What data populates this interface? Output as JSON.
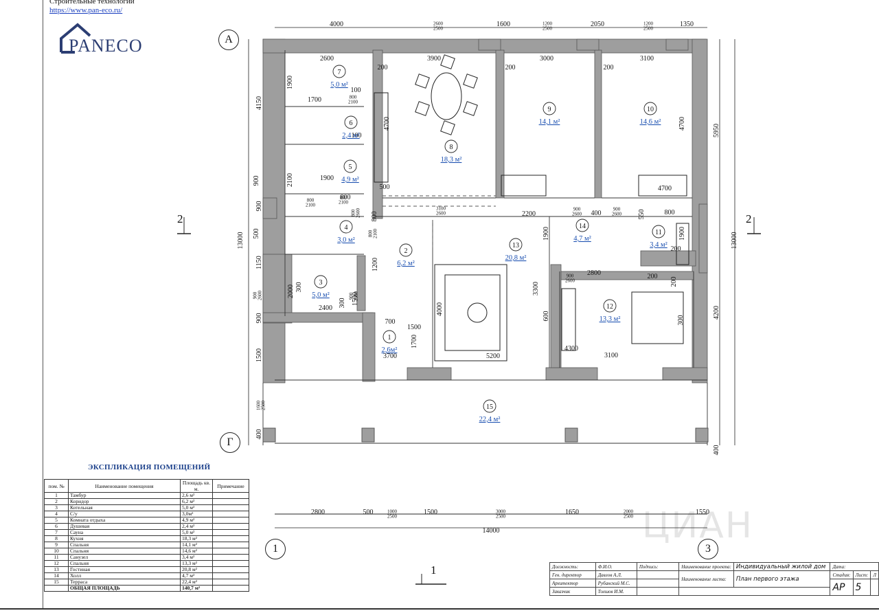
{
  "header": {
    "company_line": "Строительные технологии",
    "url": "https://www.pan-eco.ru/",
    "logo_text": "PANECO"
  },
  "axes": {
    "a": "А",
    "g": "Г",
    "one": "1",
    "three": "3"
  },
  "section_marks": {
    "left": "2",
    "right": "2",
    "bottom": "1"
  },
  "rooms": [
    {
      "num": "1",
      "area": "2,6м²"
    },
    {
      "num": "2",
      "area": "6,2 м²"
    },
    {
      "num": "3",
      "area": "5,0 м²"
    },
    {
      "num": "4",
      "area": "3,0 м²"
    },
    {
      "num": "5",
      "area": "4,9 м²"
    },
    {
      "num": "6",
      "area": "2,4 м²"
    },
    {
      "num": "7",
      "area": "5,0 м²"
    },
    {
      "num": "8",
      "area": "18,3 м²"
    },
    {
      "num": "9",
      "area": "14,1 м²"
    },
    {
      "num": "10",
      "area": "14,6 м²"
    },
    {
      "num": "11",
      "area": "3,4 м²"
    },
    {
      "num": "12",
      "area": "13,3 м²"
    },
    {
      "num": "13",
      "area": "20,8 м²"
    },
    {
      "num": "14",
      "area": "4,7 м²"
    },
    {
      "num": "15",
      "area": "22,4 м²"
    }
  ],
  "dims_top": [
    "4000",
    "2600\n2500",
    "1600",
    "1200\n2500",
    "2050",
    "1200\n2500",
    "1350"
  ],
  "dims_bottom": [
    "2800",
    "500",
    "1000\n2500",
    "1500",
    "3000\n2500",
    "1650",
    "2000\n2500",
    "1550"
  ],
  "dim_total_bottom": "14000",
  "dims_left": [
    "4150",
    "900",
    "1150",
    "900",
    "1500",
    "1600\n2500",
    "400"
  ],
  "dim_total_left": "13000",
  "dims_right": [
    "5950",
    "4200",
    "400"
  ],
  "dim_total_right": "13000",
  "inner_dims": [
    "2600",
    "1900",
    "100",
    "800\n2100",
    "1700",
    "100",
    "200",
    "3900",
    "4700",
    "3000",
    "200",
    "4700",
    "200",
    "3100",
    "4700",
    "2100",
    "1900",
    "800",
    "800\n2100",
    "500",
    "800",
    "900",
    "800\n2600",
    "500",
    "800\n2100",
    "1200",
    "3100\n2600",
    "2200",
    "1900",
    "900\n2600",
    "400",
    "900\n2600",
    "550",
    "800",
    "1900",
    "300",
    "2000",
    "2400",
    "300",
    "900\n2600",
    "700",
    "1500",
    "1700",
    "3700",
    "4000",
    "5200",
    "3300",
    "600",
    "900\n2600",
    "2800",
    "200",
    "200",
    "4300",
    "3100",
    "300",
    "900\n2600",
    "200",
    "1500",
    "800\n2100"
  ],
  "explication": {
    "title": "ЭКСПЛИКАЦИЯ ПОМЕЩЕНИЙ",
    "headers": [
      "пом. №",
      "Наименование помещения",
      "Площадь кв. м.",
      "Примечание"
    ],
    "rows": [
      [
        "1",
        "Тамбур",
        "2,6 м²",
        ""
      ],
      [
        "2",
        "Коридор",
        "6,2 м²",
        ""
      ],
      [
        "3",
        "Котельная",
        "5,0 м²",
        ""
      ],
      [
        "4",
        "С/у",
        "3,0м²",
        ""
      ],
      [
        "5",
        "Комната отдыха",
        "4,9 м²",
        ""
      ],
      [
        "6",
        "Душевая",
        "2,4 м²",
        ""
      ],
      [
        "7",
        "Сауна",
        "5,0 м²",
        ""
      ],
      [
        "8",
        "Кухня",
        "18,3 м²",
        ""
      ],
      [
        "9",
        "Спальня",
        "14,1 м²",
        ""
      ],
      [
        "10",
        "Спальня",
        "14,6 м²",
        ""
      ],
      [
        "11",
        "Санузел",
        "3,4 м²",
        ""
      ],
      [
        "12",
        "Спальня",
        "13,3 м²",
        ""
      ],
      [
        "13",
        "Гостиная",
        "20,8 м²",
        ""
      ],
      [
        "14",
        "Холл",
        "4,7 м²",
        ""
      ],
      [
        "15",
        "Терраса",
        "22,4 м²",
        ""
      ]
    ],
    "total_label": "ОБЩАЯ ПЛОЩАДЬ",
    "total_value": "140,7 м²"
  },
  "stamp": {
    "col_position": "Должность:",
    "col_name": "Ф.И.О.",
    "col_sign": "Подпись:",
    "project_label": "Наименование проекта:",
    "project_value": "Индивидуальный жилой дом",
    "row1_pos": "Ген. директор",
    "row1_name": "Давлов А.Л.",
    "row2_pos": "Архитектор",
    "row2_name": "Рубанский М.С.",
    "sheet_label": "Наименование листа:",
    "sheet_value": "План первого этажа",
    "row3_pos": "Заказчик",
    "row3_name": "Толшов И.М.",
    "date_label": "Дата:",
    "stage_label": "Стадия:",
    "sheet_num_label": "Лист:",
    "sheets_label": "Л",
    "stage_value": "АР",
    "sheet_num_value": "5"
  },
  "watermark": "ЦИАН",
  "colors": {
    "wall": "#9e9e9e",
    "wall_dark": "#555555",
    "area_blue": "#1a4fb0",
    "logo": "#2c3e73"
  }
}
